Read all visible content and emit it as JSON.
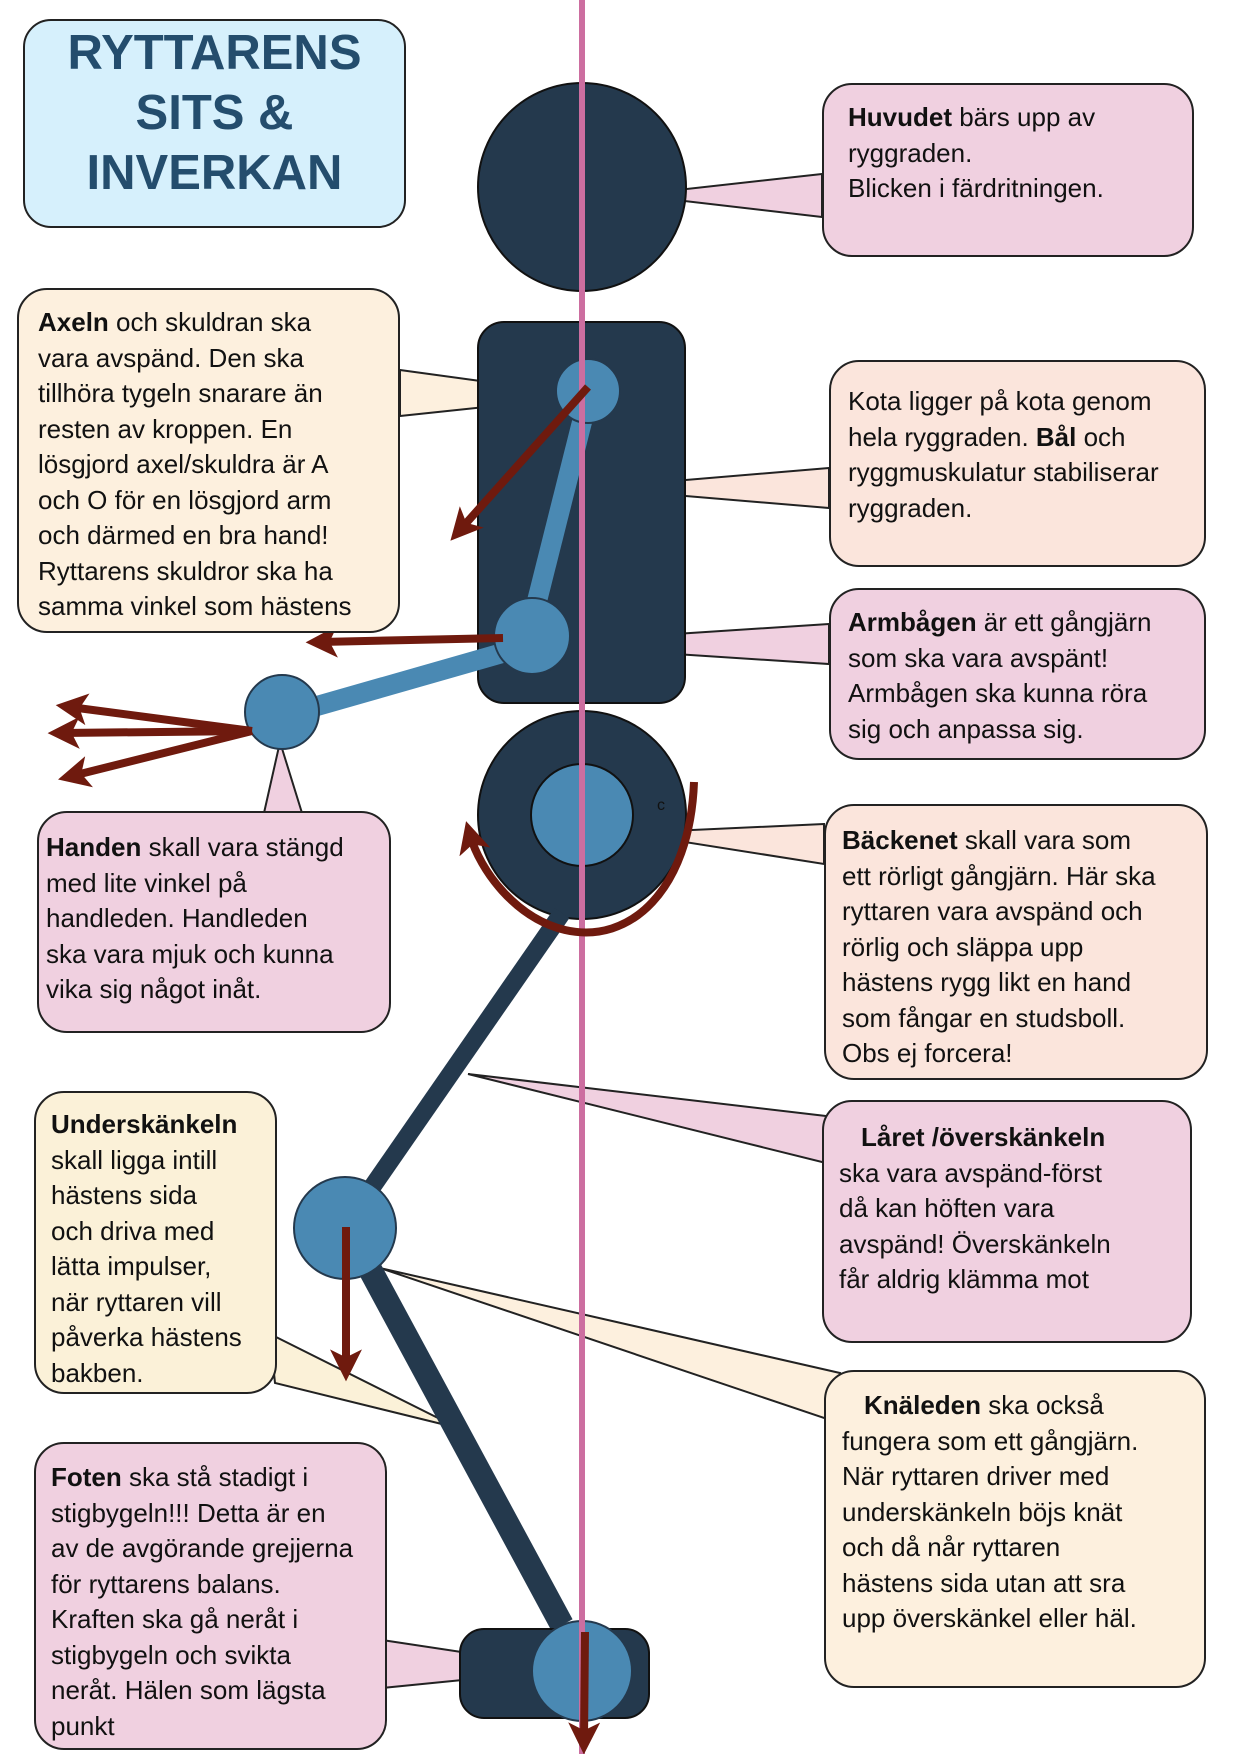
{
  "title": {
    "line1": "RYTTARENS",
    "line2": "SITS &",
    "line3": "INVERKAN"
  },
  "colors": {
    "body": "#24394d",
    "joint": "#4a89b3",
    "arrow": "#6f1a0e",
    "plumb_line": "#cc6ea0",
    "title_bg": "#d6f0fc",
    "title_text": "#244d6d"
  },
  "marker": "c",
  "callouts": {
    "huvudet": {
      "bold": "Huvudet",
      "l1": " bärs upp av",
      "l2": "ryggraden.",
      "l3": "Blicken i färdritningen."
    },
    "axeln": {
      "bold": "Axeln",
      "l1": " och skuldran ska",
      "l2": "vara avspänd. Den ska",
      "l3": "tillhöra tygeln snarare än",
      "l4": "resten av kroppen. En",
      "l5": "lösgjord axel/skuldra är A",
      "l6": "och O för en  lösgjord arm",
      "l7": "och därmed en bra hand!",
      "l8": "Ryttarens skuldror ska ha",
      "l9": "samma vinkel som hästens"
    },
    "kota": {
      "l1": "Kota ligger på kota genom",
      "l2a": "hela ryggraden. ",
      "bold": "Bål",
      "l2b": " och",
      "l3": "ryggmuskulatur stabiliserar",
      "l4": "ryggraden."
    },
    "armbagen": {
      "bold": "Armbågen",
      "l1": " är ett gångjärn",
      "l2": "som ska vara avspänt!",
      "l3": "Armbågen ska kunna röra",
      "l4": "sig och anpassa sig."
    },
    "handen": {
      "bold": "Handen",
      "l1": " skall vara stängd",
      "l2": "med lite vinkel på",
      "l3": "handleden. Handleden",
      "l4": "ska vara mjuk och kunna",
      "l5": "vika sig något inåt."
    },
    "backenet": {
      "bold": "Bäckenet",
      "l1": " skall vara som",
      "l2": "ett rörligt gångjärn. Här ska",
      "l3": "ryttaren vara avspänd och",
      "l4": "rörlig och släppa upp",
      "l5": "hästens rygg likt en hand",
      "l6": "som fångar en studsboll.",
      "l7": "Obs ej forcera!"
    },
    "underskankeln": {
      "bold": "Underskänkeln",
      "l1": "skall ligga intill",
      "l2": "hästens sida",
      "l3": "och driva med",
      "l4": "lätta impulser,",
      "l5": "när ryttaren vill",
      "l6": "påverka hästens",
      "l7": "bakben."
    },
    "laret": {
      "bold": "Låret /överskänkeln",
      "l1": "ska vara avspänd-först",
      "l2": "då kan höften vara",
      "l3": "avspänd! Överskänkeln",
      "l4": "får aldrig klämma mot"
    },
    "knaleden": {
      "bold": "Knäleden",
      "l1": " ska också",
      "l2": "fungera som ett gångjärn.",
      "l3": "När ryttaren driver med",
      "l4": "underskänkeln böjs knät",
      "l5": "och då  når ryttaren",
      "l6": "hästens sida utan att sra",
      "l7": "upp överskänkel eller häl."
    },
    "foten": {
      "bold": "Foten",
      "l1": " ska stå stadigt i",
      "l2": "stigbygeln!!! Detta är en",
      "l3": "av de avgörande grejjerna",
      "l4": "för ryttarens balans.",
      "l5": "Kraften ska gå neråt i",
      "l6": "stigbygeln och svikta",
      "l7": "neråt. Hälen som lägsta",
      "l8": "punkt"
    }
  }
}
